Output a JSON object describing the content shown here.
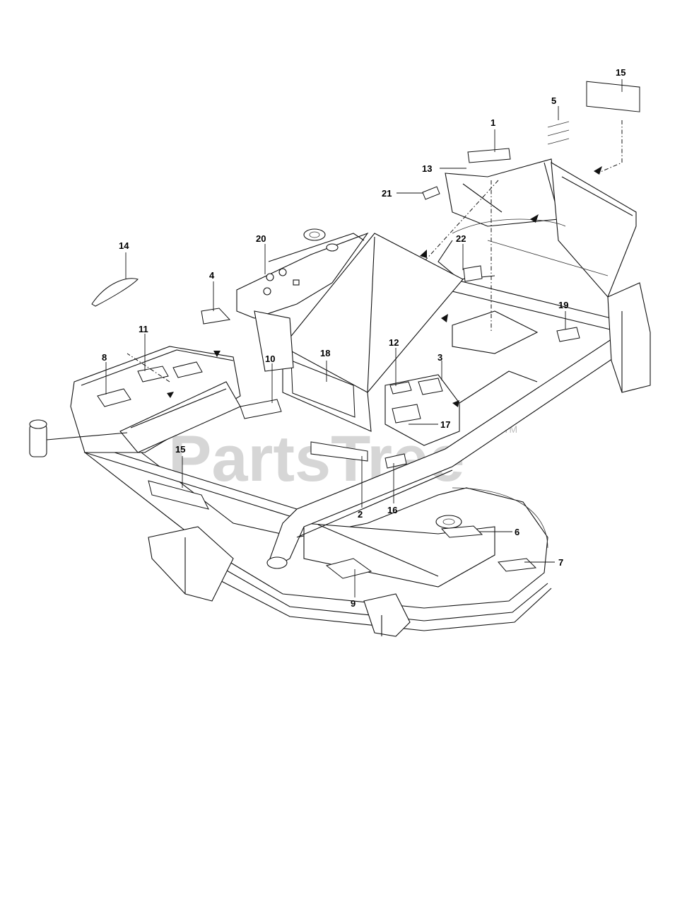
{
  "watermark": {
    "text": "PartsTree",
    "mark": "TM"
  },
  "callouts": [
    "15",
    "5",
    "1",
    "13",
    "21",
    "22",
    "20",
    "14",
    "4",
    "19",
    "11",
    "8",
    "10",
    "18",
    "12",
    "3",
    "17",
    "15",
    "2",
    "16",
    "6",
    "7",
    "9"
  ]
}
